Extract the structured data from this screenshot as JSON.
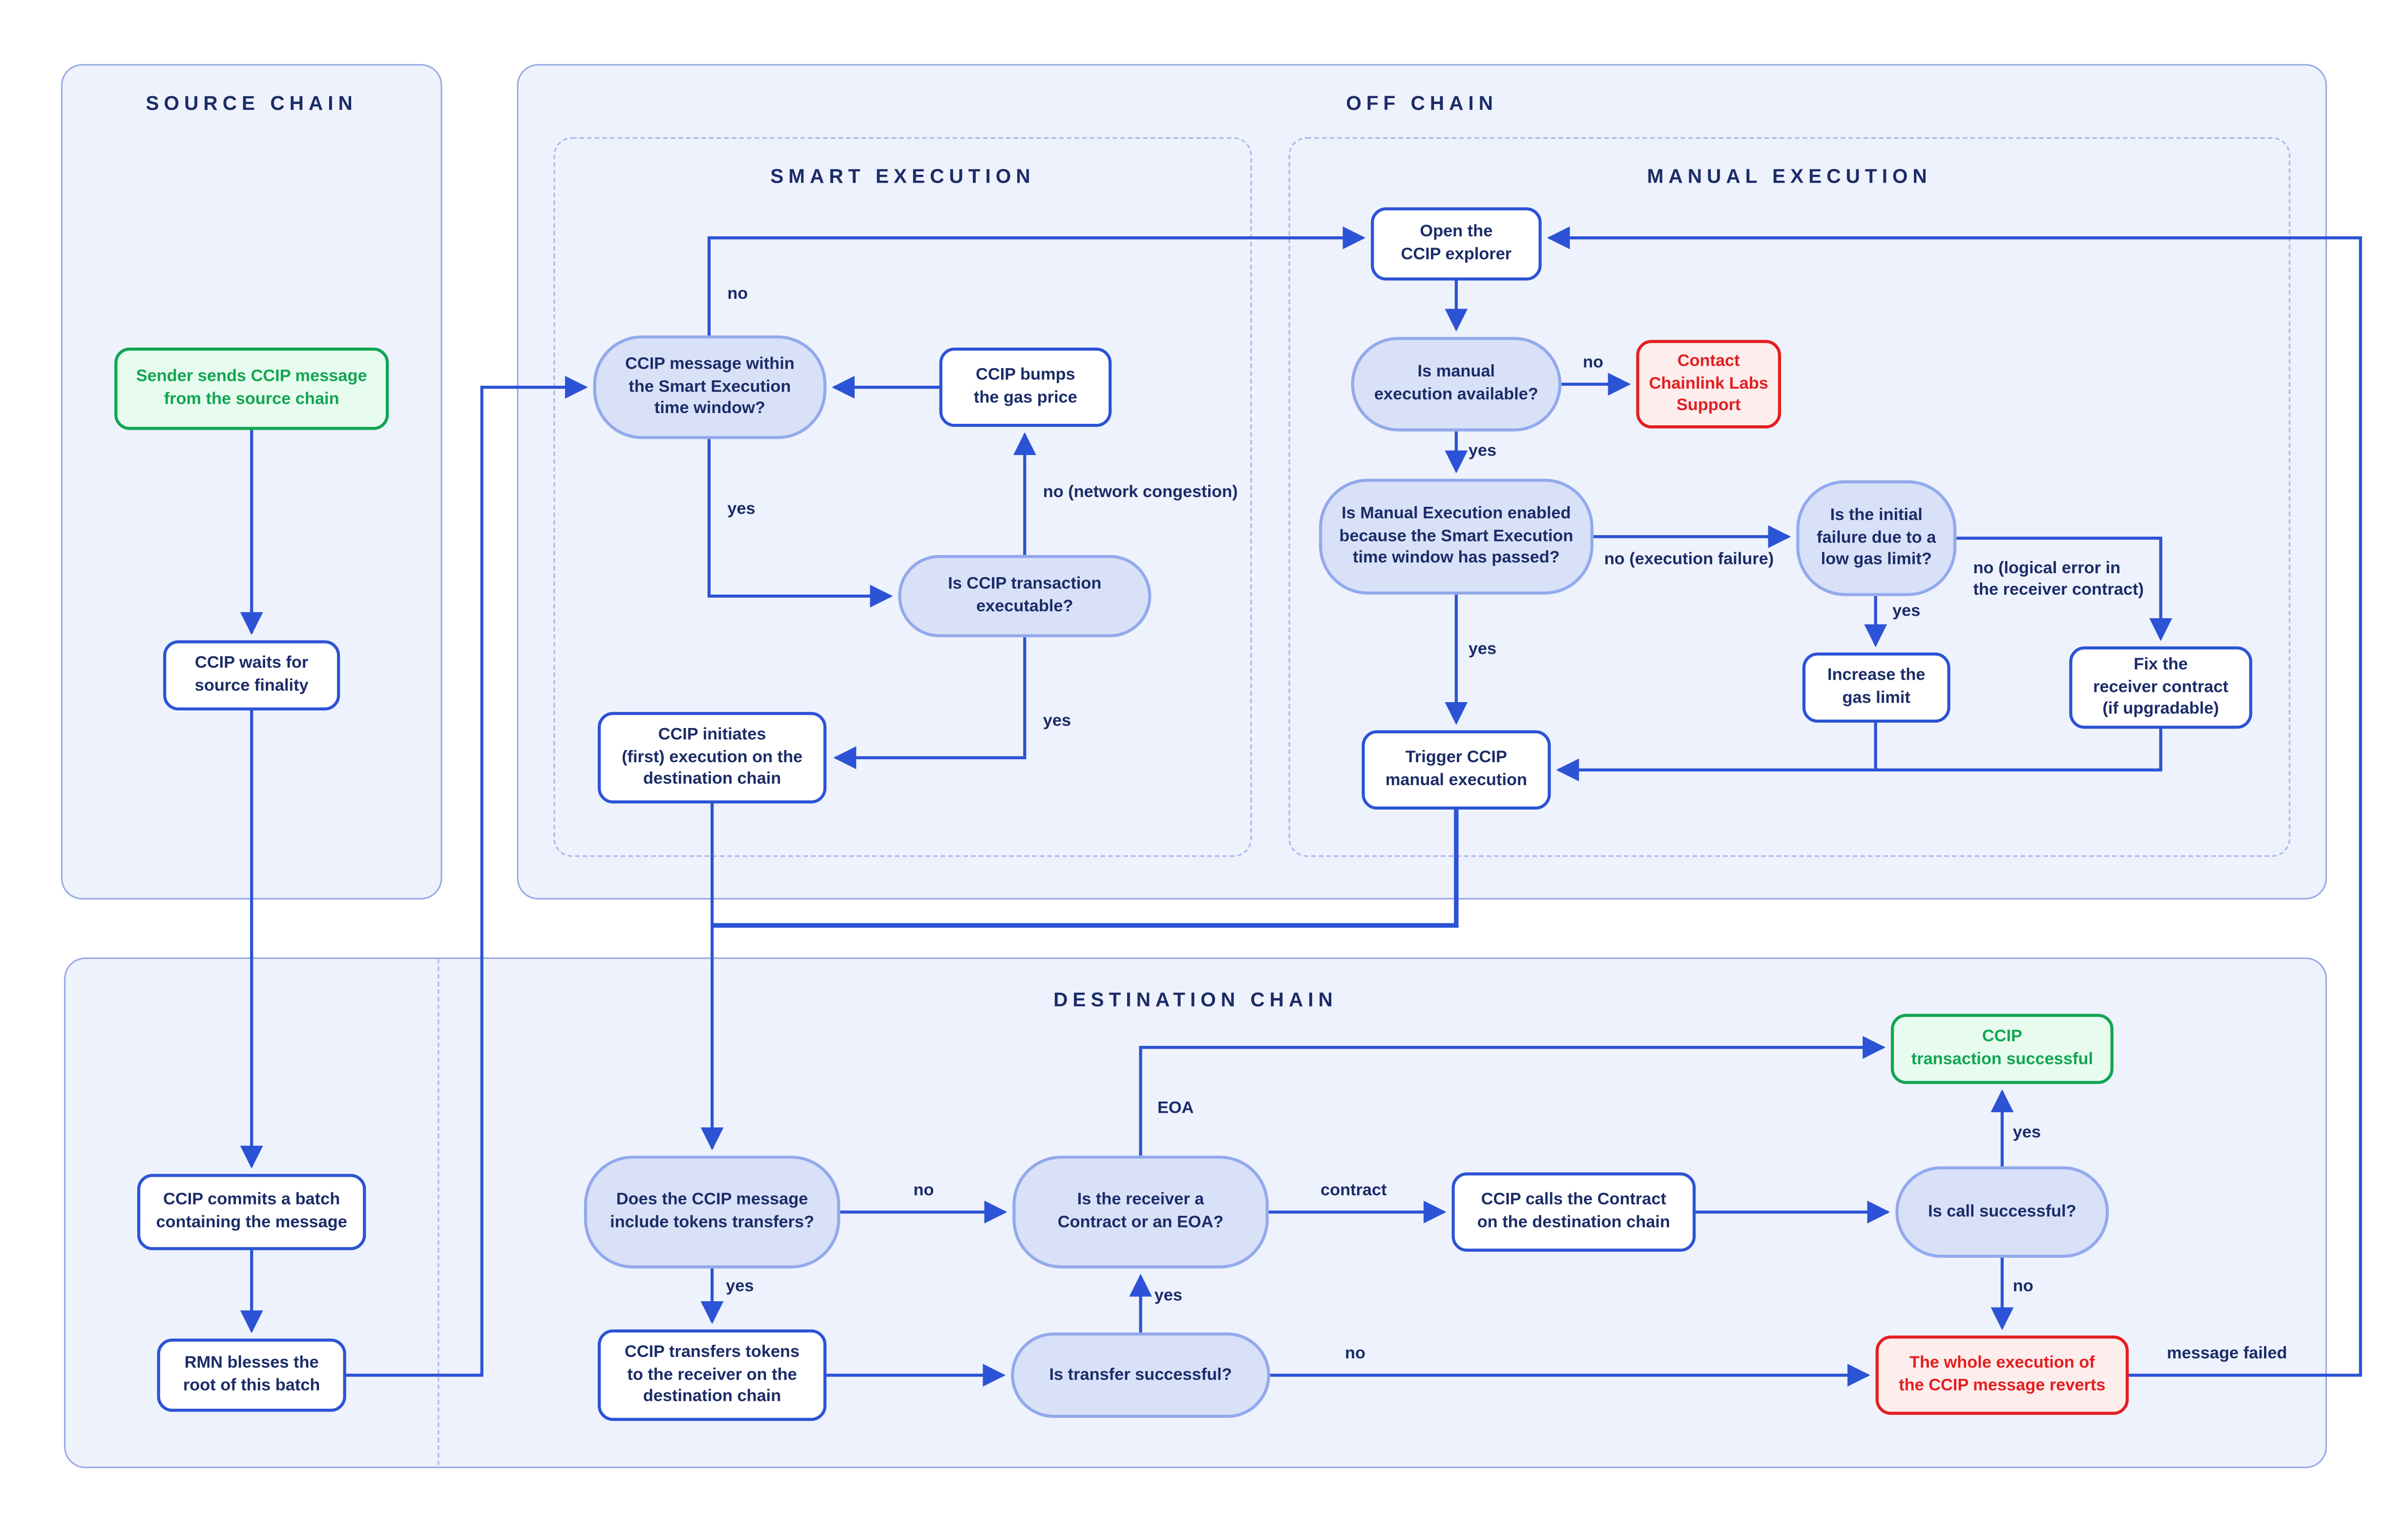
{
  "colors": {
    "flow_blue": "#2c53d5",
    "navy_text": "#1b2c67",
    "pill_fill": "#d8e1f8",
    "pill_border": "#93a9ec",
    "container_fill": "#eef2fc",
    "container_border": "#97a9e7",
    "success_green": "#12a552",
    "success_fill": "#e7fcef",
    "error_red": "#e41e20",
    "error_fill": "#fdeded"
  },
  "sections": {
    "source_chain": {
      "title": "SOURCE CHAIN"
    },
    "off_chain": {
      "title": "OFF CHAIN"
    },
    "smart_execution": {
      "title": "SMART EXECUTION"
    },
    "manual_execution": {
      "title": "MANUAL EXECUTION"
    },
    "destination_chain": {
      "title": "DESTINATION CHAIN"
    }
  },
  "nodes": {
    "sender": {
      "text": "Sender sends CCIP message\nfrom the source chain"
    },
    "waits": {
      "text": "CCIP waits for\nsource finality"
    },
    "commits": {
      "text": "CCIP commits a batch\ncontaining the message"
    },
    "rmn": {
      "text": "RMN blesses the\nroot of this batch"
    },
    "window": {
      "text": "CCIP message within\nthe Smart Execution\ntime window?"
    },
    "bumps": {
      "text": "CCIP bumps\nthe gas price"
    },
    "executable": {
      "text": "Is CCIP transaction\nexecutable?"
    },
    "initiates": {
      "text": "CCIP initiates\n(first) execution on the\ndestination chain"
    },
    "open_explorer": {
      "text": "Open the\nCCIP explorer"
    },
    "manual_available": {
      "text": "Is manual\nexecution available?"
    },
    "contact_support": {
      "text": "Contact\nChainlink Labs\nSupport"
    },
    "manual_enabled": {
      "text": "Is Manual Execution enabled\nbecause the Smart Execution\ntime window has passed?"
    },
    "low_gas": {
      "text": "Is the initial\nfailure due to a\nlow gas limit?"
    },
    "increase_gas": {
      "text": "Increase the\ngas limit"
    },
    "fix_receiver": {
      "text": "Fix the\nreceiver contract\n(if upgradable)"
    },
    "trigger": {
      "text": "Trigger CCIP\nmanual execution"
    },
    "tokens_q": {
      "text": "Does the CCIP message\ninclude tokens transfers?"
    },
    "receiver_q": {
      "text": "Is the receiver a\nContract or an EOA?"
    },
    "calls_contract": {
      "text": "CCIP calls the Contract\non the destination chain"
    },
    "call_ok_q": {
      "text": "Is call successful?"
    },
    "tx_success": {
      "text": "CCIP\ntransaction successful"
    },
    "transfers": {
      "text": "CCIP transfers tokens\nto the receiver on the\ndestination chain"
    },
    "transfer_ok_q": {
      "text": "Is transfer successful?"
    },
    "reverts": {
      "text": "The whole execution of\nthe CCIP message reverts"
    }
  },
  "labels": {
    "no_window": "no",
    "yes_window": "yes",
    "no_congestion": "no (network congestion)",
    "yes_executable": "yes",
    "no_available": "no",
    "yes_available": "yes",
    "no_execution_failure": "no (execution failure)",
    "yes_enabled": "yes",
    "yes_low_gas": "yes",
    "no_logical_error": "no (logical error in\nthe receiver contract)",
    "no_tokens": "no",
    "yes_tokens": "yes",
    "contract": "contract",
    "eoa": "EOA",
    "yes_transfer": "yes",
    "no_transfer": "no",
    "yes_call": "yes",
    "no_call": "no",
    "message_failed": "message failed"
  }
}
